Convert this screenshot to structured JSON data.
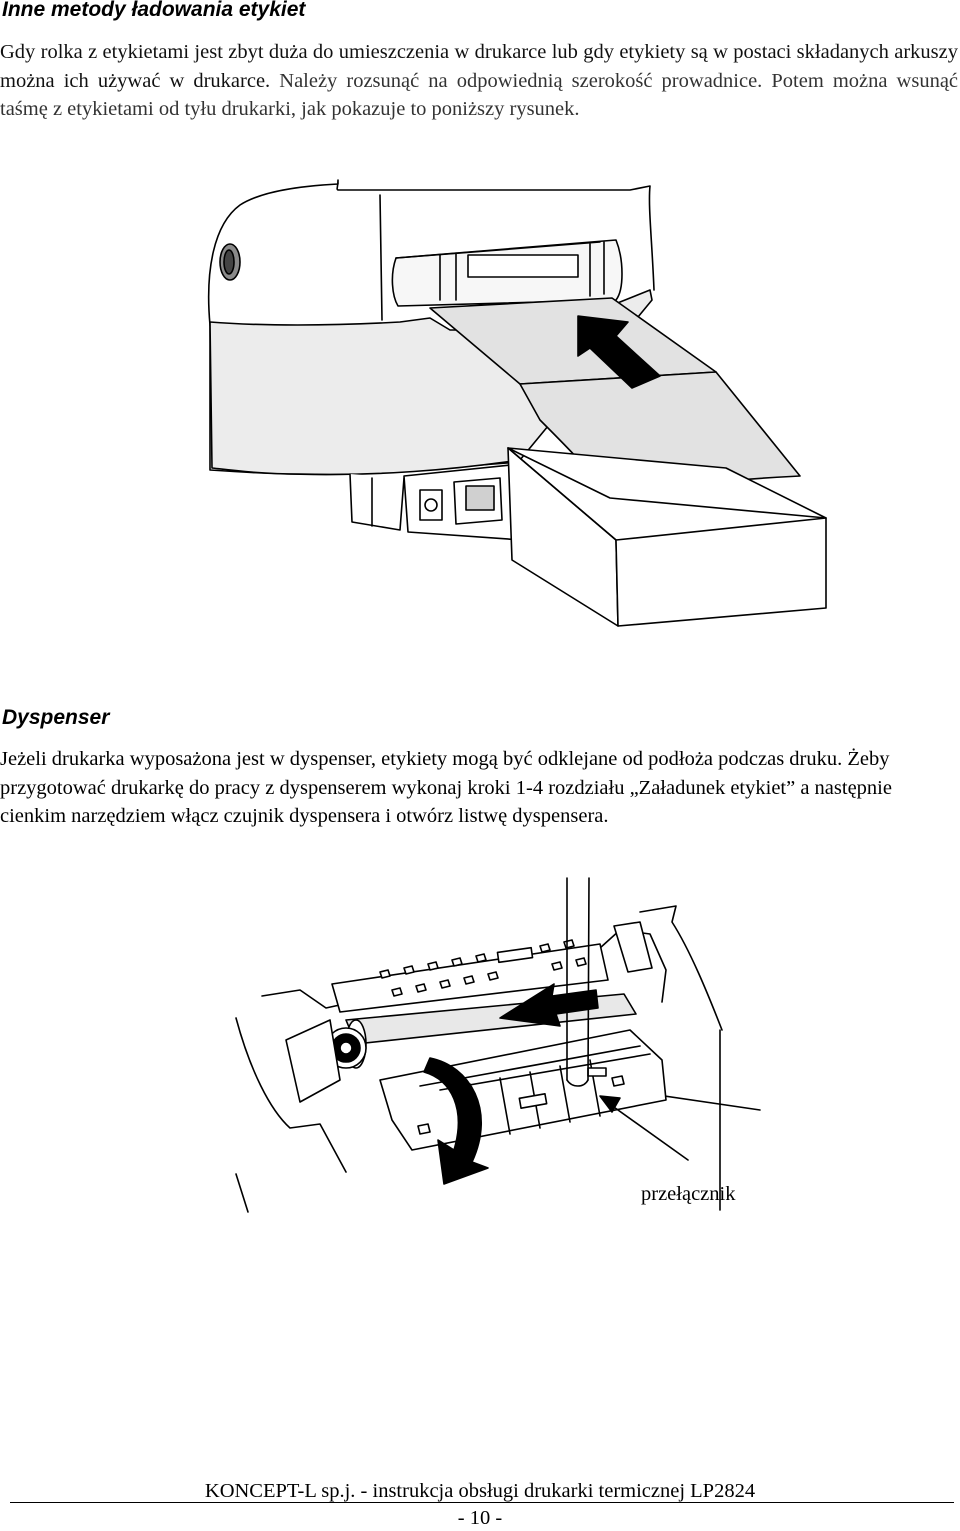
{
  "section1": {
    "heading": "Inne metody ładowania etykiet",
    "paragraph_start": "Gdy rolka z etykietami jest zbyt duża do umieszczenia w drukarce lub gdy etykiety są w postaci składanych arkuszy można ich używać w drukarce.",
    "paragraph_end": "Należy rozsunąć na odpowiednią szerokość prowadnice. Potem można wsunąć taśmę z etykietami od tyłu drukarki, jak pokazuje to poniższy rysunek."
  },
  "section2": {
    "heading": "Dyspenser",
    "paragraph": "Jeżeli drukarka wyposażona jest w dyspenser, etykiety mogą być odklejane od podłoża podczas druku. Żeby przygotować drukarkę do pracy z dyspenserem wykonaj kroki 1-4 rozdziału „Załadunek etykiet” a następnie cienkim narzędziem włącz czujnik dyspensera i otwórz listwę dyspensera."
  },
  "figure2": {
    "switch_label": "przełącznik"
  },
  "footer": {
    "text": "KONCEPT-L sp.j. - instrukcja obsługi drukarki termicznej LP2824",
    "page_number": "- 10 -"
  }
}
